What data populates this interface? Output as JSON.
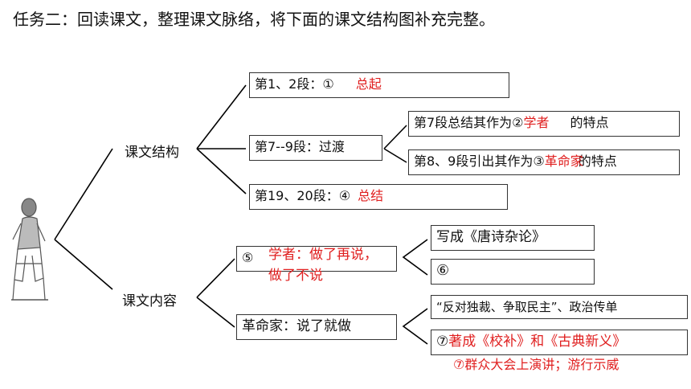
{
  "title": "任务二：回读课文，整理课文脉络，将下面的课文结构图补充完整。",
  "colors": {
    "answer": "#e02020",
    "line": "#000000",
    "box_border": "#333333"
  },
  "branches": {
    "structure": {
      "label": "课文结构",
      "items": [
        {
          "text": "第1、2段：①",
          "answer": "总起"
        },
        {
          "text": "第7--9段：过渡",
          "answer": ""
        },
        {
          "text": "第19、20段：④",
          "answer": "总结"
        }
      ],
      "sub": [
        {
          "pre": "第7段总结其作为②",
          "answer": "学者",
          "post": "的特点"
        },
        {
          "pre": "第8、9段引出其作为③",
          "answer": "革命家",
          "post": "的特点"
        }
      ]
    },
    "content": {
      "label": "课文内容",
      "scholar": {
        "marker": "⑤",
        "answer_line1": "学者：做了再说，",
        "answer_line2": "做了不说"
      },
      "scholar_sub": [
        {
          "text": "写成《唐诗杂论》"
        },
        {
          "text": "⑥"
        }
      ],
      "revolutionary": {
        "text": "革命家：说了就做"
      },
      "rev_sub": [
        {
          "text": "“反对独裁、争取民主”、政治传单"
        },
        {
          "marker": "⑦",
          "answer": "著成《校补》和《古典新义》"
        }
      ],
      "rev_extra": "⑦群众大会上演讲；游行示威"
    }
  },
  "portrait_icon": "person-seated-sketch-icon"
}
